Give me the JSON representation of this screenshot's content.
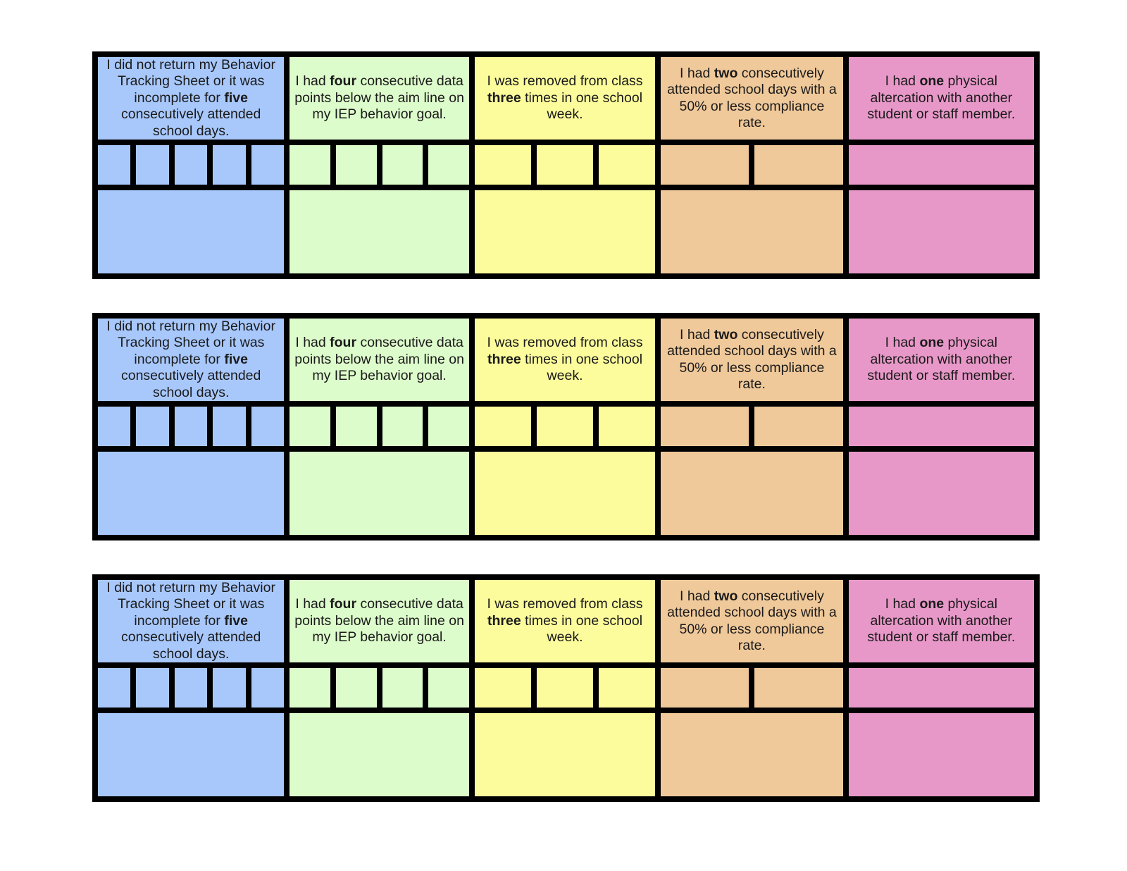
{
  "strips": [
    {
      "columns": [
        {
          "parts": [
            "I did not return my Behavior Tracking Sheet or it was incomplete for ",
            "five",
            " consecutively attended school days."
          ],
          "boxes": 5,
          "color": "#a8c8fc"
        },
        {
          "parts": [
            "I had ",
            "four",
            " consecutive data points below the aim line on my IEP behavior goal."
          ],
          "boxes": 4,
          "color": "#ddfccb"
        },
        {
          "parts": [
            "I was removed from class ",
            "three",
            " times in one school week."
          ],
          "boxes": 3,
          "color": "#fcfc9c"
        },
        {
          "parts": [
            "I had ",
            "two",
            " consecutively attended school days with a 50% or less compliance rate."
          ],
          "boxes": 2,
          "color": "#f0c99a"
        },
        {
          "parts": [
            "I had ",
            "one",
            " physical altercation with another student or staff member."
          ],
          "boxes": 1,
          "color": "#e898c8"
        }
      ]
    },
    {
      "columns": [
        {
          "parts": [
            "I did not return my Behavior Tracking Sheet or it was incomplete for ",
            "five",
            " consecutively attended school days."
          ],
          "boxes": 5,
          "color": "#a8c8fc"
        },
        {
          "parts": [
            "I had ",
            "four",
            " consecutive data points below the aim line on my IEP behavior goal."
          ],
          "boxes": 4,
          "color": "#ddfccb"
        },
        {
          "parts": [
            "I was removed from class ",
            "three",
            " times in one school week."
          ],
          "boxes": 3,
          "color": "#fcfc9c"
        },
        {
          "parts": [
            "I had ",
            "two",
            " consecutively attended school days with a 50% or less compliance rate."
          ],
          "boxes": 2,
          "color": "#f0c99a"
        },
        {
          "parts": [
            "I had ",
            "one",
            " physical altercation with another student or staff member."
          ],
          "boxes": 1,
          "color": "#e898c8"
        }
      ]
    },
    {
      "columns": [
        {
          "parts": [
            "I did not return my Behavior Tracking Sheet or it was incomplete for ",
            "five",
            " consecutively attended school days."
          ],
          "boxes": 5,
          "color": "#a8c8fc"
        },
        {
          "parts": [
            "I had ",
            "four",
            " consecutive data points below the aim line on my IEP behavior goal."
          ],
          "boxes": 4,
          "color": "#ddfccb"
        },
        {
          "parts": [
            "I was removed from class ",
            "three",
            " times in one school week."
          ],
          "boxes": 3,
          "color": "#fcfc9c"
        },
        {
          "parts": [
            "I had ",
            "two",
            " consecutively attended school days with a 50% or less compliance rate."
          ],
          "boxes": 2,
          "color": "#f0c99a"
        },
        {
          "parts": [
            "I had ",
            "one",
            " physical altercation with another student or staff member."
          ],
          "boxes": 1,
          "color": "#e898c8"
        }
      ]
    }
  ]
}
